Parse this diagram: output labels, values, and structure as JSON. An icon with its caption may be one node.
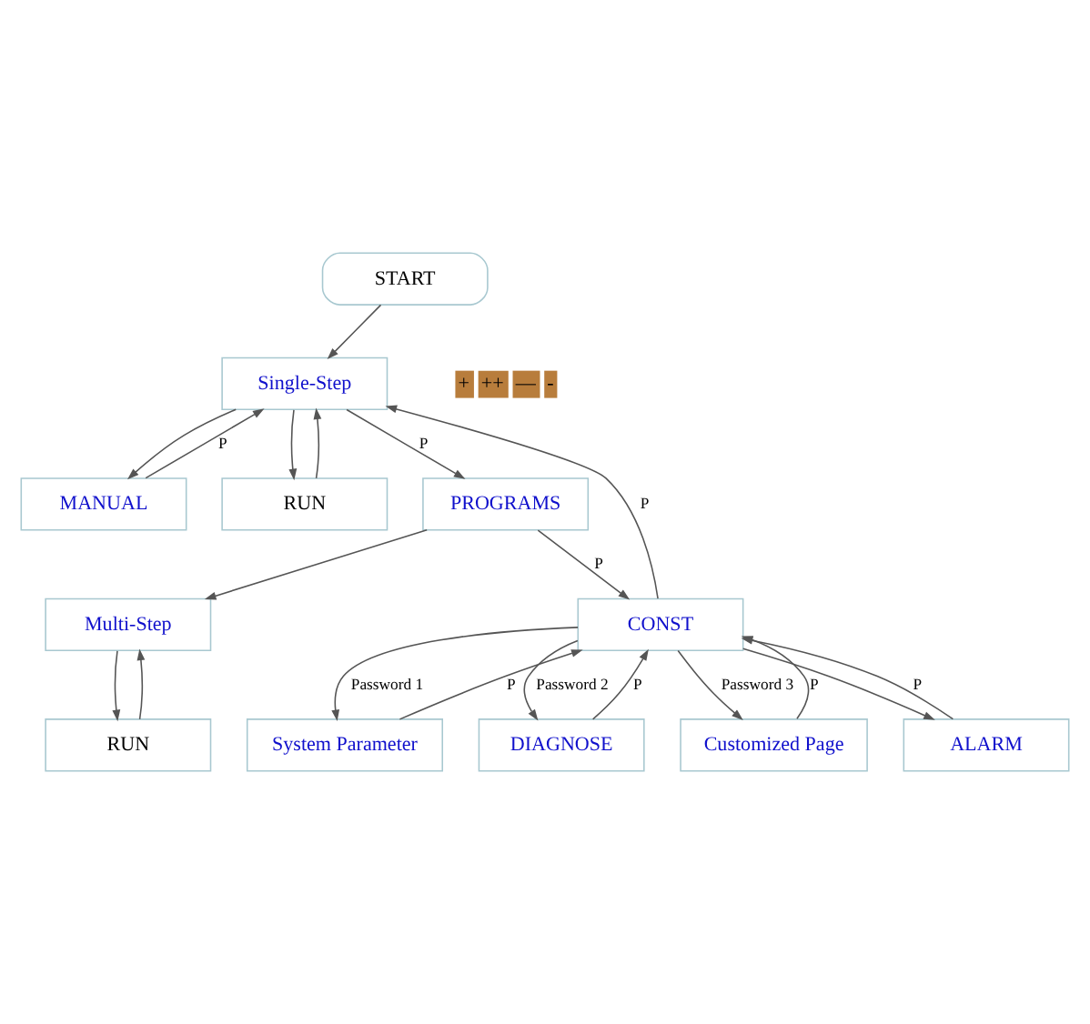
{
  "diagram": {
    "nodes": [
      {
        "text": [
          "START"
        ]
      },
      {
        "text": [
          "Single-Step"
        ]
      },
      {
        "text": [
          "MANUAL"
        ]
      },
      {
        "text": [
          "RUN"
        ]
      },
      {
        "text": [
          "PROGRAMS"
        ]
      },
      {
        "text": [
          "Multi-Step"
        ]
      },
      {
        "text": [
          "RUN"
        ]
      },
      {
        "text": [
          "CONST"
        ]
      },
      {
        "text": [
          "System Parameter"
        ]
      },
      {
        "text": [
          "DIAGNOSE"
        ]
      },
      {
        "text": [
          "Customized Page"
        ]
      },
      {
        "text": [
          "ALARM"
        ]
      }
    ],
    "edges": [
      {
        "from": 0,
        "to": 1,
        "arrow": "to"
      },
      {
        "from": 1,
        "to": 2,
        "arrow": "to"
      },
      {
        "from": 1,
        "to": 3,
        "arrow": "to"
      },
      {
        "from": 2,
        "to": 1,
        "arrow": "to",
        "label": "P"
      },
      {
        "from": 3,
        "to": 1,
        "arrow": "to"
      },
      {
        "from": 1,
        "to": 4,
        "arrow": "to",
        "label": "P"
      },
      {
        "from": 4,
        "to": 5,
        "arrow": "to"
      },
      {
        "from": 5,
        "to": 6,
        "arrow": "to"
      },
      {
        "from": 6,
        "to": 5,
        "arrow": "to"
      },
      {
        "from": 4,
        "to": 7,
        "arrow": "to",
        "label": "P"
      },
      {
        "from": 7,
        "to": 1,
        "arrow": "to",
        "label": "P"
      },
      {
        "from": 7,
        "to": 8,
        "arrow": "to",
        "label": "Password 1"
      },
      {
        "from": 7,
        "to": 9,
        "arrow": "to",
        "label": "Password 2"
      },
      {
        "from": 7,
        "to": 10,
        "arrow": "to",
        "label": "Password 3"
      },
      {
        "from": 8,
        "to": 7,
        "arrow": "to",
        "label": "P"
      },
      {
        "from": 9,
        "to": 7,
        "arrow": "to",
        "label": "P"
      },
      {
        "from": 10,
        "to": 7,
        "arrow": "to",
        "label": "P"
      },
      {
        "from": 7,
        "to": 11,
        "arrow": "to"
      },
      {
        "from": 11,
        "to": 7,
        "arrow": "to",
        "label": "P"
      }
    ],
    "labels": [
      "+",
      "++",
      "—",
      "-"
    ]
  }
}
